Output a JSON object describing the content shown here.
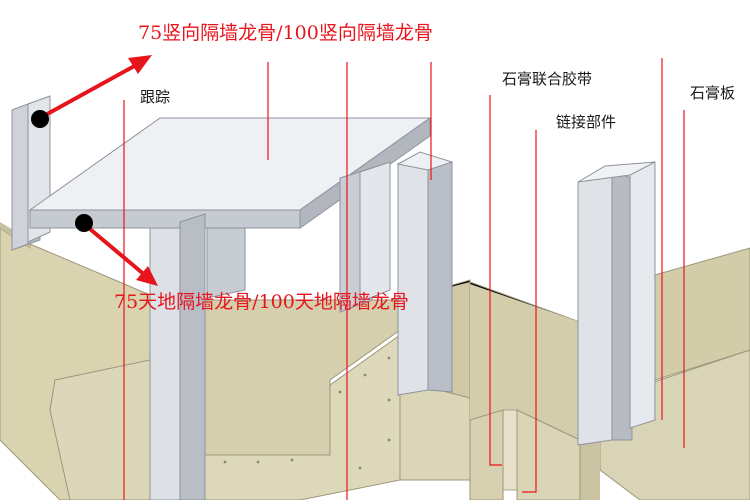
{
  "labels": {
    "stud_vertical": "75竖向隔墙龙骨/100竖向隔墙龙骨",
    "track": "跟踪",
    "stud_floor_ceiling": "75天地隔墙龙骨/100天地隔墙龙骨",
    "joint_tape": "石膏联合胶带",
    "connector": "链接部件",
    "gypsum_board": "石膏板"
  },
  "colors": {
    "background": "#ffffff",
    "board": "#d9d3b0",
    "board_edge": "#9c977c",
    "board_panel_front": "#ded8bb",
    "steel_light": "#e2e5ea",
    "steel_shade": "#b6bbc4",
    "steel_edge": "#8d939c",
    "leader_red": "#e8141c",
    "arrow_red": "#e8141c",
    "dot_black": "#000000",
    "label_dark": "#1a1a1a"
  },
  "icons": {
    "arrow": "red-arrow-icon",
    "dot": "black-dot-icon"
  }
}
